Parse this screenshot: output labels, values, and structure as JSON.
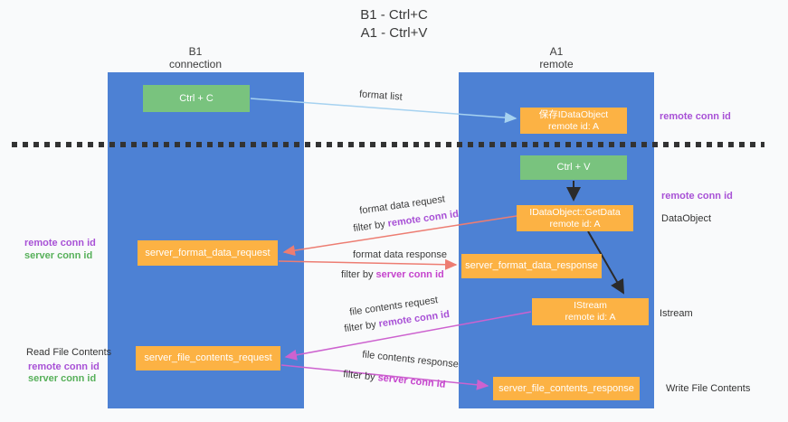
{
  "title": {
    "line1": "B1 - Ctrl+C",
    "line2": "A1 - Ctrl+V"
  },
  "lanes": {
    "left": {
      "title": "B1",
      "subtitle": "connection"
    },
    "right": {
      "title": "A1",
      "subtitle": "remote"
    }
  },
  "nodes": {
    "ctrl_c": "Ctrl + C",
    "ctrl_v": "Ctrl + V",
    "save_dataobject": {
      "line1": "保存IDataObject",
      "line2": "remote id: A"
    },
    "getdata": {
      "line1": "IDataObject::GetData",
      "line2": "remote id: A"
    },
    "istream": {
      "line1": "IStream",
      "line2": "remote id: A"
    },
    "format_request": "server_format_data_request",
    "format_response": "server_format_data_response",
    "file_request": "server_file_contents_request",
    "file_response": "server_file_contents_response"
  },
  "annotations": {
    "format_list": "format list",
    "format_data_request": "format data request",
    "format_data_response": "format data response",
    "file_contents_request": "file contents request",
    "file_contents_response": "file contents response",
    "filter_by": "filter by",
    "remote_conn_id": "remote conn id",
    "server_conn_id": "server conn id"
  },
  "side_labels": {
    "remote_conn_id": "remote conn id",
    "server_conn_id": "server conn id",
    "dataobject": "DataObject",
    "istream": "Istream",
    "read_file_contents": "Read File Contents",
    "write_file_contents": "Write File Contents"
  },
  "colors": {
    "lane_blue": "#4d81d4",
    "box_green": "#79c37e",
    "box_orange": "#fcb244",
    "arrow_light_blue": "#a6d2f0",
    "arrow_salmon": "#ed7d72",
    "arrow_magenta": "#cd62cf",
    "arrow_black": "#2b2b2b",
    "label_purple": "#a851d6",
    "label_green": "#57b05a",
    "label_magenta": "#c544cd",
    "dashed_line": "#333333",
    "background": "#f9fafb"
  }
}
